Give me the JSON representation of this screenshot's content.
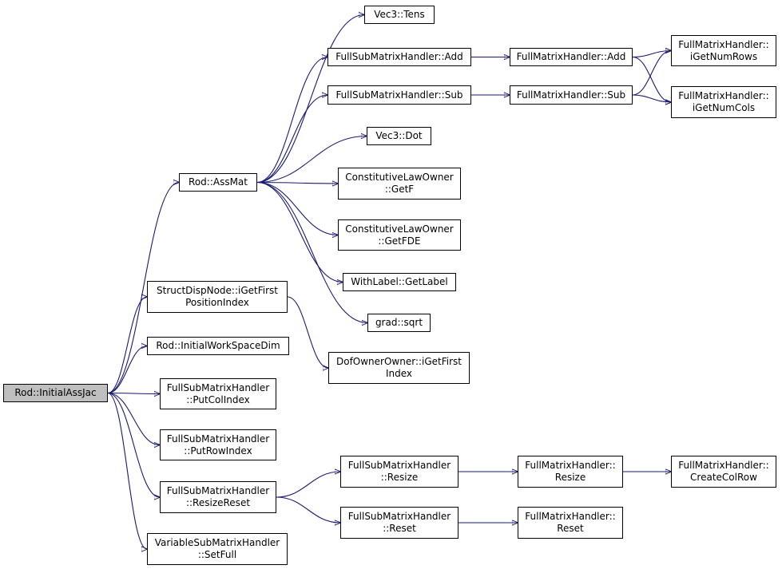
{
  "nodes": {
    "initial_ass_jac": {
      "lines": [
        "Rod::InitialAssJac"
      ],
      "color": "#bfbfbf"
    },
    "ass_mat": {
      "lines": [
        "Rod::AssMat"
      ]
    },
    "i_get_first_position_index": {
      "lines": [
        "StructDispNode::iGetFirst",
        "PositionIndex"
      ]
    },
    "initial_work_space_dim": {
      "lines": [
        "Rod::InitialWorkSpaceDim"
      ]
    },
    "put_col_index": {
      "lines": [
        "FullSubMatrixHandler",
        "::PutColIndex"
      ]
    },
    "put_row_index": {
      "lines": [
        "FullSubMatrixHandler",
        "::PutRowIndex"
      ]
    },
    "resize_reset": {
      "lines": [
        "FullSubMatrixHandler",
        "::ResizeReset"
      ]
    },
    "set_full": {
      "lines": [
        "VariableSubMatrixHandler",
        "::SetFull"
      ]
    },
    "vec3_tens": {
      "lines": [
        "Vec3::Tens"
      ]
    },
    "fsmh_add": {
      "lines": [
        "FullSubMatrixHandler::Add"
      ]
    },
    "fsmh_sub": {
      "lines": [
        "FullSubMatrixHandler::Sub"
      ]
    },
    "vec3_dot": {
      "lines": [
        "Vec3::Dot"
      ]
    },
    "get_f": {
      "lines": [
        "ConstitutiveLawOwner",
        "::GetF"
      ]
    },
    "get_fde": {
      "lines": [
        "ConstitutiveLawOwner",
        "::GetFDE"
      ]
    },
    "get_label": {
      "lines": [
        "WithLabel::GetLabel"
      ]
    },
    "grad_sqrt": {
      "lines": [
        "grad::sqrt"
      ]
    },
    "dof_i_get_first_index": {
      "lines": [
        "DofOwnerOwner::iGetFirst",
        "Index"
      ]
    },
    "fmh_add": {
      "lines": [
        "FullMatrixHandler::Add"
      ]
    },
    "fmh_sub": {
      "lines": [
        "FullMatrixHandler::Sub"
      ]
    },
    "i_get_num_rows": {
      "lines": [
        "FullMatrixHandler::",
        "iGetNumRows"
      ]
    },
    "i_get_num_cols": {
      "lines": [
        "FullMatrixHandler::",
        "iGetNumCols"
      ]
    },
    "fsmh_resize": {
      "lines": [
        "FullSubMatrixHandler",
        "::Resize"
      ]
    },
    "fsmh_reset": {
      "lines": [
        "FullSubMatrixHandler",
        "::Reset"
      ]
    },
    "fmh_resize": {
      "lines": [
        "FullMatrixHandler::",
        "Resize"
      ]
    },
    "fmh_reset": {
      "lines": [
        "FullMatrixHandler::",
        "Reset"
      ]
    },
    "create_col_row": {
      "lines": [
        "FullMatrixHandler::",
        "CreateColRow"
      ]
    }
  },
  "edges": [
    [
      "initial_ass_jac",
      "ass_mat"
    ],
    [
      "initial_ass_jac",
      "i_get_first_position_index"
    ],
    [
      "initial_ass_jac",
      "initial_work_space_dim"
    ],
    [
      "initial_ass_jac",
      "put_col_index"
    ],
    [
      "initial_ass_jac",
      "put_row_index"
    ],
    [
      "initial_ass_jac",
      "resize_reset"
    ],
    [
      "initial_ass_jac",
      "set_full"
    ],
    [
      "ass_mat",
      "vec3_tens"
    ],
    [
      "ass_mat",
      "fsmh_add"
    ],
    [
      "ass_mat",
      "fsmh_sub"
    ],
    [
      "ass_mat",
      "vec3_dot"
    ],
    [
      "ass_mat",
      "get_f"
    ],
    [
      "ass_mat",
      "get_fde"
    ],
    [
      "ass_mat",
      "get_label"
    ],
    [
      "ass_mat",
      "grad_sqrt"
    ],
    [
      "i_get_first_position_index",
      "dof_i_get_first_index"
    ],
    [
      "fsmh_add",
      "fmh_add"
    ],
    [
      "fsmh_sub",
      "fmh_sub"
    ],
    [
      "fmh_add",
      "i_get_num_rows"
    ],
    [
      "fmh_add",
      "i_get_num_cols"
    ],
    [
      "fmh_sub",
      "i_get_num_rows"
    ],
    [
      "fmh_sub",
      "i_get_num_cols"
    ],
    [
      "resize_reset",
      "fsmh_resize"
    ],
    [
      "resize_reset",
      "fsmh_reset"
    ],
    [
      "fsmh_resize",
      "fmh_resize"
    ],
    [
      "fsmh_reset",
      "fmh_reset"
    ],
    [
      "fmh_resize",
      "create_col_row"
    ]
  ],
  "colors": {
    "edge": "#191970",
    "node_border": "#000000",
    "node_fill": "#ffffff",
    "root_fill": "#bfbfbf"
  }
}
